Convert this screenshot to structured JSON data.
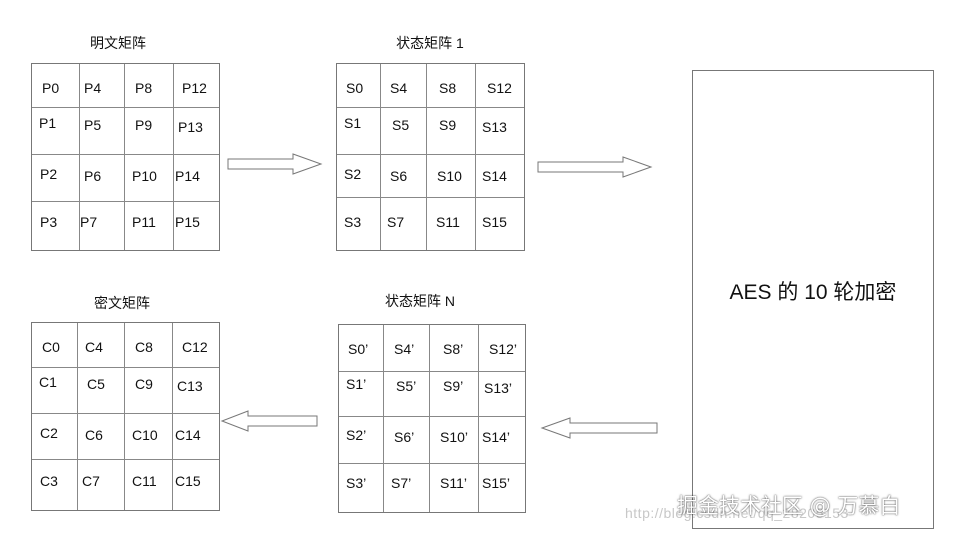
{
  "plaintext": {
    "title": "明文矩阵",
    "cells": [
      "P0",
      "P4",
      "P8",
      "P12",
      "P1",
      "P5",
      "P9",
      "P13",
      "P2",
      "P6",
      "P10",
      "P14",
      "P3",
      "P7",
      "P11",
      "P15"
    ]
  },
  "state1": {
    "title": "状态矩阵 1",
    "cells": [
      "S0",
      "S4",
      "S8",
      "S12",
      "S1",
      "S5",
      "S9",
      "S13",
      "S2",
      "S6",
      "S10",
      "S14",
      "S3",
      "S7",
      "S11",
      "S15"
    ]
  },
  "ciphertext": {
    "title": "密文矩阵",
    "cells": [
      "C0",
      "C4",
      "C8",
      "C12",
      "C1",
      "C5",
      "C9",
      "C13",
      "C2",
      "C6",
      "C10",
      "C14",
      "C3",
      "C7",
      "C11",
      "C15"
    ]
  },
  "stateN": {
    "title": "状态矩阵 N",
    "cells": [
      "S0’",
      "S4’",
      "S8’",
      "S12’",
      "S1’",
      "S5’",
      "S9’",
      "S13’",
      "S2’",
      "S6’",
      "S10’",
      "S14’",
      "S3’",
      "S7’",
      "S11’",
      "S15’"
    ]
  },
  "aes": {
    "label": "AES 的 10 轮加密"
  },
  "watermark": {
    "url": "http://blog.csdn.net/qq_28205153",
    "brand": "掘金技术社区 @ 万慕白"
  },
  "arrows": [
    {
      "name": "arrow-plaintext-to-state1",
      "direction": "right"
    },
    {
      "name": "arrow-state1-to-aes",
      "direction": "right"
    },
    {
      "name": "arrow-aes-to-stateN",
      "direction": "left"
    },
    {
      "name": "arrow-stateN-to-ciphertext",
      "direction": "left"
    }
  ]
}
